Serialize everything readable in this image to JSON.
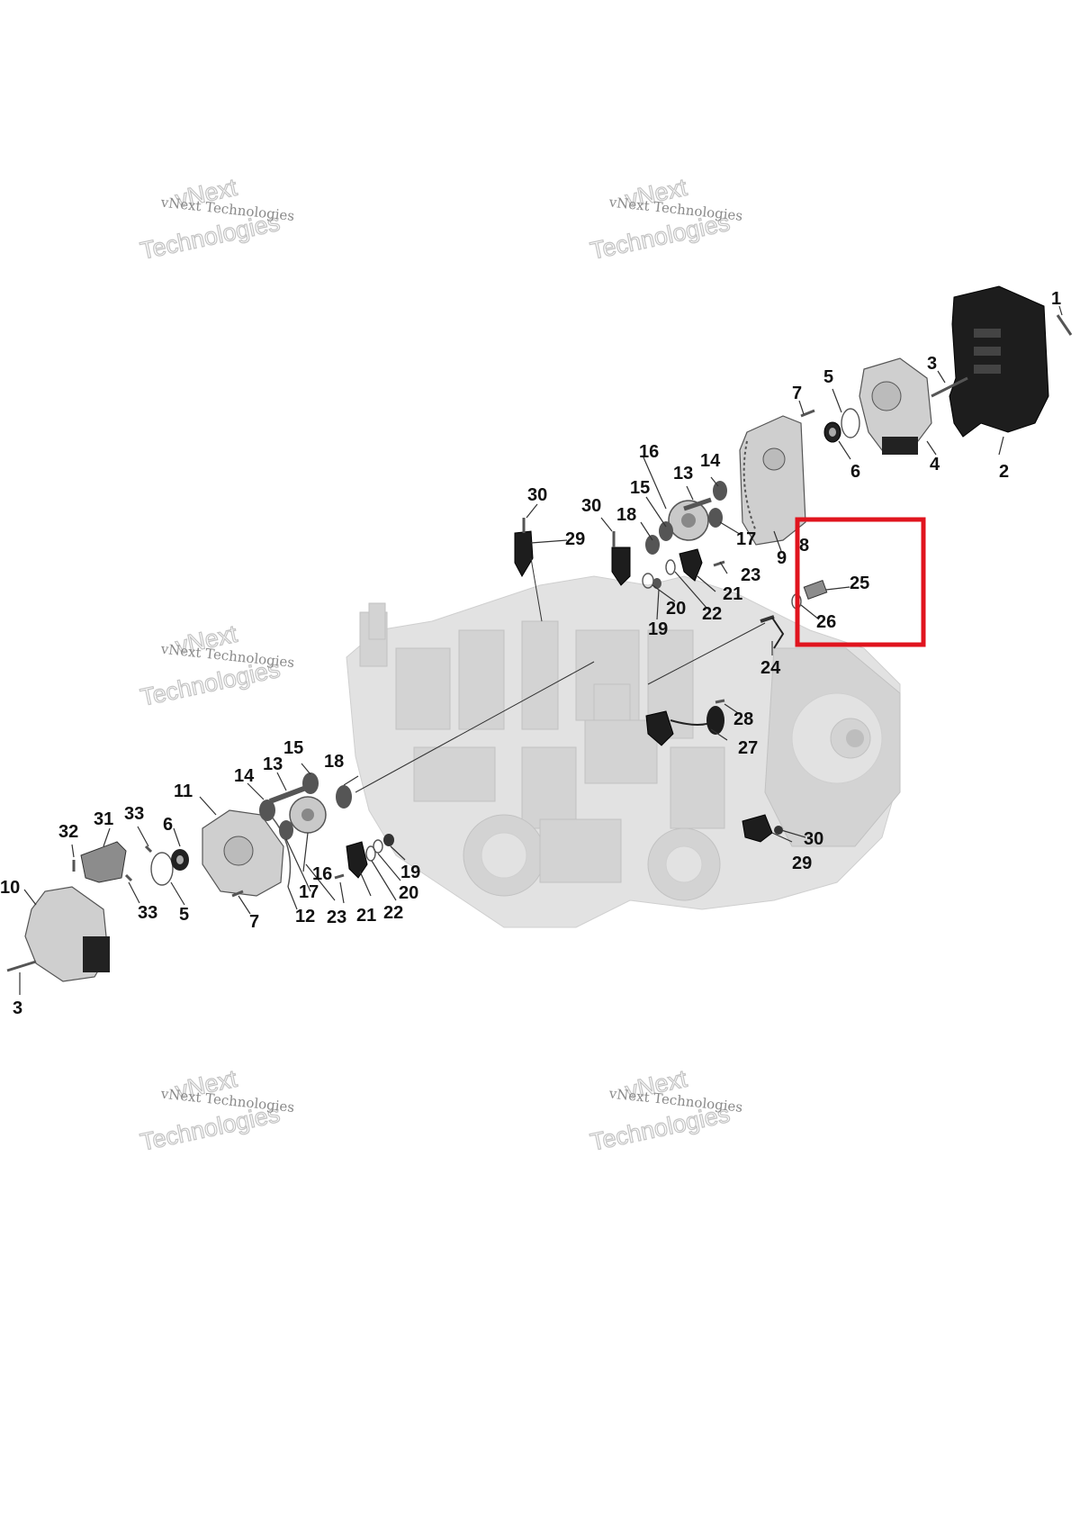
{
  "diagram": {
    "watermark": {
      "line1": "vNext Technologies",
      "line2": "vNext",
      "line3": "Technologies"
    },
    "callouts": {
      "c1": "1",
      "c2": "2",
      "c3a": "3",
      "c4": "4",
      "c5a": "5",
      "c6a": "6",
      "c7a": "7",
      "c8": "8",
      "c9": "9",
      "c10": "10",
      "c11": "11",
      "c12": "12",
      "c13a": "13",
      "c14a": "14",
      "c15a": "15",
      "c16a": "16",
      "c17a": "17",
      "c18a": "18",
      "c19a": "19",
      "c20a": "20",
      "c21a": "21",
      "c22a": "22",
      "c23a": "23",
      "c24": "24",
      "c25": "25",
      "c26": "26",
      "c27": "27",
      "c28": "28",
      "c29a": "29",
      "c30a": "30",
      "c30b": "30",
      "c29b": "29",
      "c30c": "30",
      "c13b": "13",
      "c14b": "14",
      "c15b": "15",
      "c16b": "16",
      "c17b": "17",
      "c18b": "18",
      "c19b": "19",
      "c20b": "20",
      "c21b": "21",
      "c22b": "22",
      "c23b": "23",
      "c31": "31",
      "c32": "32",
      "c33a": "33",
      "c33b": "33",
      "c6b": "6",
      "c5b": "5",
      "c7b": "7",
      "c3b": "3"
    },
    "colors": {
      "highlight": "#e0141e",
      "housing": "#e2e2e2",
      "dark_part": "#1d1d1d"
    }
  }
}
